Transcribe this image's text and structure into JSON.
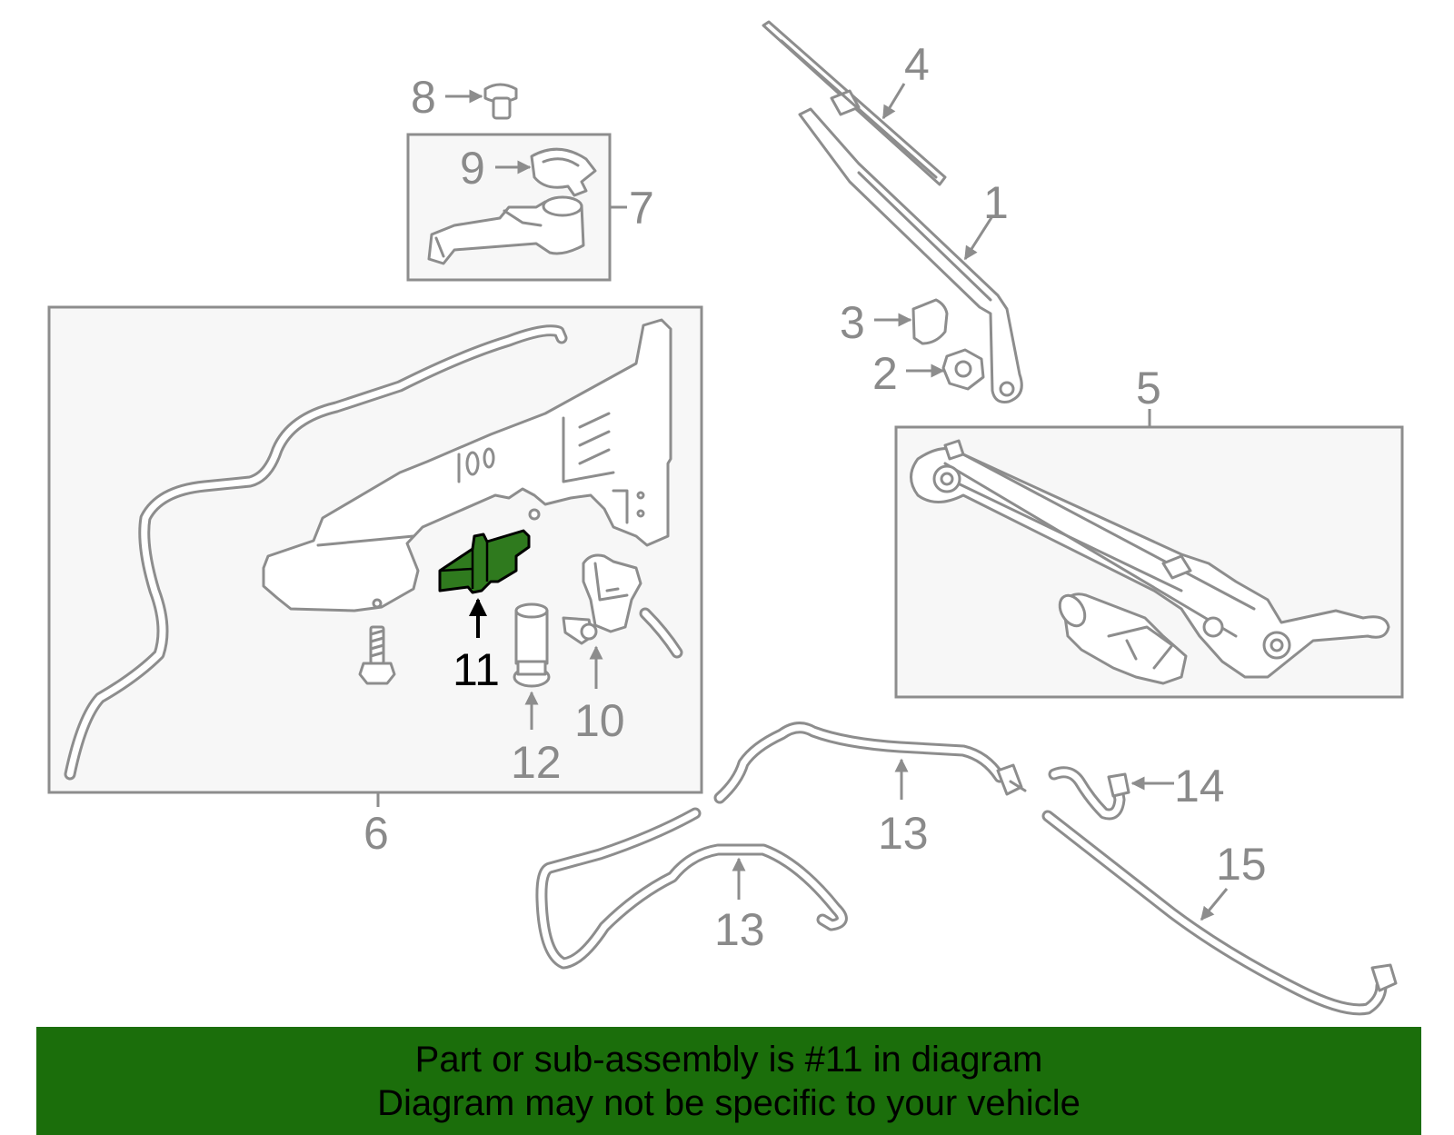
{
  "callouts": {
    "c1": "1",
    "c2": "2",
    "c3": "3",
    "c4": "4",
    "c5": "5",
    "c6": "6",
    "c7": "7",
    "c8": "8",
    "c9": "9",
    "c10": "10",
    "c11": "11",
    "c12": "12",
    "c13a": "13",
    "c13b": "13",
    "c14": "14",
    "c15": "15"
  },
  "highlight": {
    "part_number": "11",
    "color": "#2f7a1e"
  },
  "footer": {
    "line1": "Part or sub-assembly is #11 in diagram",
    "line2": "Diagram may not be specific to your vehicle",
    "background": "#1b6e0b"
  }
}
